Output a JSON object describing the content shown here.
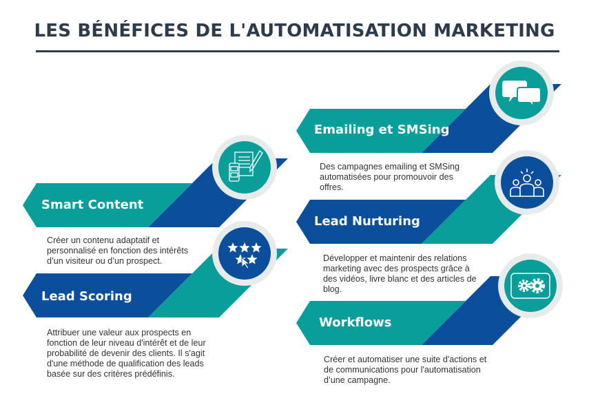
{
  "title": "LES BÉNÉFICES DE L'AUTOMATISATION  MARKETING",
  "colors": {
    "teal": "#0a9e9a",
    "blue": "#0b4f9c",
    "ring": "#e7ebea",
    "title": "#2e3b4b"
  },
  "items": [
    {
      "title": "Smart Content",
      "icon": "document-pen-icon",
      "desc": [
        "Créer un contenu adaptatif et",
        "personnalisé en fonction des intérêts",
        "d’un visiteur ou d’un prospect."
      ]
    },
    {
      "title": "Lead Scoring",
      "icon": "star-rating-icon",
      "desc": [
        "Attribuer une valeur aux prospects en",
        "fonction de leur niveau d'intérêt et de leur",
        "probabilité de devenir des clients. Il s'agit",
        "d'une méthode de qualification des leads",
        "basée sur des critères prédéfinis."
      ]
    },
    {
      "title": "Emailing et SMSing",
      "icon": "chat-bubbles-icon",
      "desc": [
        "Des campagnes emailing et SMSing",
        "automatisées pour promouvoir des",
        "offres."
      ]
    },
    {
      "title": "Lead Nurturing",
      "icon": "team-idea-icon",
      "desc": [
        "Développer et maintenir des relations",
        "marketing avec des prospects grâce à",
        "des vidéos, livre blanc et des articles de",
        "blog."
      ]
    },
    {
      "title": "Workflows",
      "icon": "gears-cycle-icon",
      "desc": [
        "Créer et automatiser une suite d'actions et",
        "de communications pour l'automatisation",
        "d’une campagne."
      ]
    }
  ]
}
